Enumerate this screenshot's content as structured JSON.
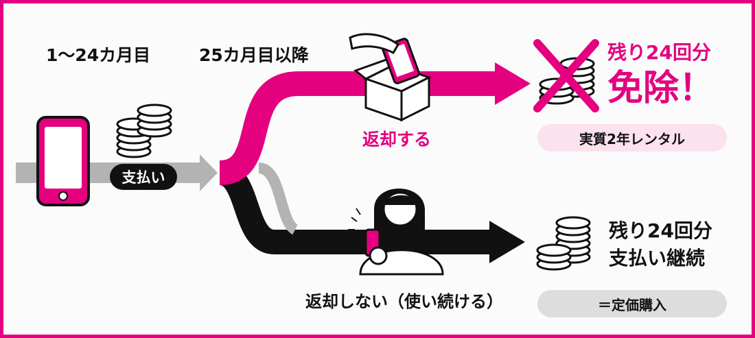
{
  "colors": {
    "magenta": "#E4007F",
    "pink_bg": "#FCE1EE",
    "black": "#111111",
    "gray": "#B3B3B3",
    "gray_pill": "#DDDDDD"
  },
  "header": {
    "period1": "1〜24カ月目",
    "period2": "25カ月目以降"
  },
  "left": {
    "pay_label": "支払い",
    "phone_icon": "smartphone-icon",
    "coins_icon": "coin-stack-icon"
  },
  "return_path": {
    "label": "返却する",
    "icon": "hand-returning-phone-to-box-icon",
    "result_line1": "残り24回分",
    "result_line2": "免除！",
    "result_icon": "crossed-coins-icon",
    "summary": "実質2年レンタル"
  },
  "keep_path": {
    "label": "返却しない（使い続ける）",
    "icon": "woman-using-phone-icon",
    "result_line1": "残り24回分",
    "result_line2": "支払い継続",
    "result_icon": "coin-stack-icon",
    "summary": "＝定価購入"
  }
}
